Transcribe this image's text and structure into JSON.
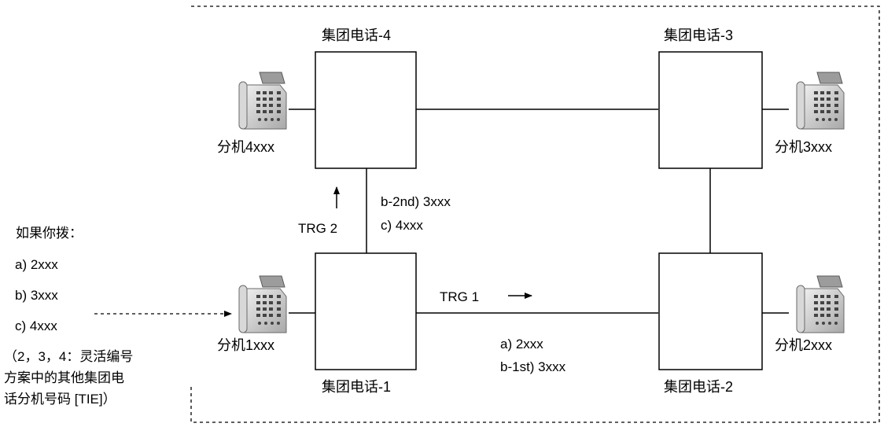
{
  "pbx": {
    "pbx1": "集团电话-1",
    "pbx2": "集团电话-2",
    "pbx3": "集团电话-3",
    "pbx4": "集团电话-4"
  },
  "extensions": {
    "ext1": "分机1xxx",
    "ext2": "分机2xxx",
    "ext3": "分机3xxx",
    "ext4": "分机4xxx"
  },
  "dial_prompt": {
    "title": "如果你拨：",
    "options": [
      "a) 2xxx",
      "b) 3xxx",
      "c) 4xxx"
    ],
    "note_lines": [
      "（2，3，4：灵活编号",
      "方案中的其他集团电",
      "话分机号码 [TIE]）"
    ]
  },
  "trunks": {
    "trg1": "TRG 1",
    "trg2": "TRG 2"
  },
  "route_labels": {
    "upper": [
      "b-2nd) 3xxx",
      "c) 4xxx"
    ],
    "lower": [
      "a) 2xxx",
      "b-1st) 3xxx"
    ]
  },
  "colors": {
    "line": "#000000",
    "phone_body": "#c8c8c8",
    "phone_shade": "#9a9a9a"
  }
}
